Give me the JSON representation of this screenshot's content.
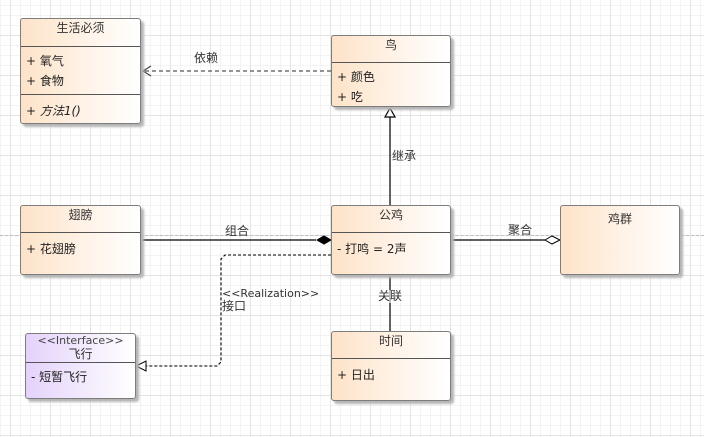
{
  "diagram": {
    "type": "UML class diagram",
    "classes": {
      "necessities": {
        "name": "生活必须",
        "attributes": [
          "+ 氧气",
          "+ 食物"
        ],
        "operations": [
          "+ 方法1()"
        ]
      },
      "bird": {
        "name": "鸟",
        "attributes": [
          "+ 颜色",
          "+ 吃"
        ]
      },
      "wing": {
        "name": "翅膀",
        "attributes": [
          "+ 花翅膀"
        ]
      },
      "rooster": {
        "name": "公鸡",
        "attributes": [
          "- 打鸣 = 2声"
        ]
      },
      "flock": {
        "name": "鸡群"
      },
      "fly": {
        "stereotype": "<<Interface>>",
        "name": "飞行",
        "attributes": [
          "- 短暂飞行"
        ]
      },
      "time": {
        "name": "时间",
        "attributes": [
          "+ 日出"
        ]
      }
    },
    "relations": {
      "dependency": {
        "label": "依赖",
        "from": "鸟",
        "to": "生活必须",
        "kind": "dependency"
      },
      "inheritance": {
        "label": "继承",
        "from": "公鸡",
        "to": "鸟",
        "kind": "generalization"
      },
      "composition": {
        "label": "组合",
        "from": "翅膀",
        "to": "公鸡",
        "kind": "composition"
      },
      "aggregation": {
        "label": "聚合",
        "from": "公鸡",
        "to": "鸡群",
        "kind": "aggregation"
      },
      "realization": {
        "stereotype": "<<Realization>>",
        "label": "接口",
        "from": "公鸡",
        "to": "飞行",
        "kind": "realization"
      },
      "association": {
        "label": "关联",
        "from": "公鸡",
        "to": "时间",
        "kind": "association"
      }
    },
    "colors": {
      "class_fill": "#fde3c8",
      "interface_fill": "#e4d2fb",
      "border": "#7d7d7d",
      "line": "#000000"
    }
  }
}
